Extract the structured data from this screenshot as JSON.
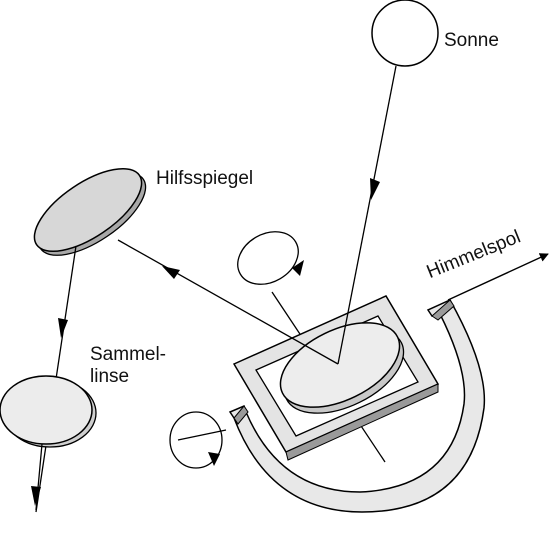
{
  "labels": {
    "sun": "Sonne",
    "aux_mirror": "Hilfsspiegel",
    "condenser_lens": "Sammel-\nlinse",
    "celestial_pole": "Himmelspol"
  }
}
